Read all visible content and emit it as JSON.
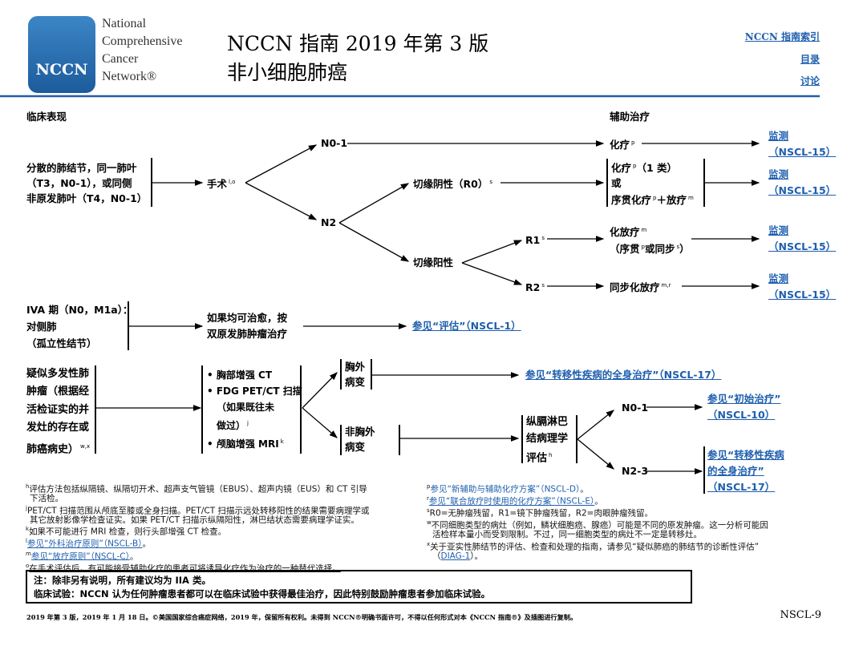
{
  "header": {
    "logo_text": "NCCN",
    "org": [
      "National",
      "Comprehensive",
      "Cancer",
      "Network®"
    ],
    "title1": "NCCN 指南 2019 年第 3 版",
    "title2": "非小细胞肺癌",
    "links": [
      "NCCN 指南索引",
      "目录",
      "讨论"
    ]
  },
  "columns": {
    "left": "临床表现",
    "right": "辅助治疗"
  },
  "row1": {
    "presentation": [
      "分散的肺结节，同一肺叶",
      "（T3，N0-1），或同侧",
      "非原发肺叶（T4，N0-1）"
    ],
    "surgery": "手术",
    "surgery_sup": "l,o",
    "n01": "N0-1",
    "n2": "N2",
    "chemo": "化疗",
    "chemo_sup": "p",
    "r0": "切缘阴性（R0）",
    "r0_sup": "s",
    "r0_tx": [
      "化疗",
      "（1 类）",
      "或",
      "序贯化疗",
      "＋放疗"
    ],
    "pos": "切缘阳性",
    "r1": "R1",
    "r2": "R2",
    "r_sup": "s",
    "r1_tx1": "化放疗",
    "r1_tx1_sup": "m",
    "r1_tx2a": "（序贯",
    "r1_tx2b": "或同步",
    "r1_tx2c": "）",
    "r2_tx": "同步化放疗",
    "r2_tx_sup": "m,r",
    "monitor": "监测",
    "monitor_ref": "（NSCL-15）"
  },
  "row2": {
    "presentation": [
      "IVA 期（N0，M1a）：",
      "对侧肺",
      "（孤立性结节）"
    ],
    "treat": [
      "如果均可治愈，按",
      "双原发肺肿瘤治疗"
    ],
    "link": "参见“评估”（NSCL-1）"
  },
  "row3": {
    "presentation": [
      "疑似多发性肺",
      "肿瘤（根据经",
      "活检证实的并",
      "发灶的存在或",
      "肺癌病史）"
    ],
    "presentation_sup": "w,x",
    "workup": [
      "•  胸部增强 CT",
      "•  FDG PET/CT 扫描",
      "（如果既往未",
      "做过）",
      "•  颅脑增强 MRI"
    ],
    "workup_sup_j": "j",
    "workup_sup_k": "k",
    "extra": [
      "胸外",
      "病变"
    ],
    "nonextra": [
      "非胸外",
      "病变"
    ],
    "extra_link": "参见“转移性疾病的全身治疗”（NSCL-17）",
    "mediastinal": [
      "纵膈淋巴",
      "结病理学",
      "评估"
    ],
    "mediastinal_sup": "h",
    "n01": "N0-1",
    "n23": "N2-3",
    "n01_link": [
      "参见“初始治疗”",
      "（NSCL-10）"
    ],
    "n23_link": [
      "参见“转移性疾病",
      "的全身治疗”",
      "（NSCL-17）"
    ]
  },
  "footnotes_left": {
    "h": [
      "评估方法包括纵隔镜、纵隔切开术、超声支气管镜（EBUS）、超声内镜（EUS）和 CT 引导",
      "下活检。"
    ],
    "j": [
      "PET/CT 扫描范围从颅底至膝或全身扫描。PET/CT 扫描示远处转移阳性的结果需要病理学或",
      "其它放射影像学检查证实。如果 PET/CT 扫描示纵隔阳性，淋巴结状态需要病理学证实。"
    ],
    "k": "如果不可能进行 MRI 检查，则行头部增强 CT 检查。",
    "l": "参见“外科治疗原则”（NSCL-B）",
    "m": "参见“放疗原则”（NSCL-C）",
    "o": "在手术评估后，有可能接受辅助化疗的患者可将诱导化疗作为治疗的一种替代选择。",
    "period": "。"
  },
  "footnotes_right": {
    "p": "参见“新辅助与辅助化疗方案”（NSCL-D）",
    "r": "参见“联合放疗时使用的化疗方案”（NSCL-E）",
    "s": "R0=无肿瘤残留，R1=镜下肿瘤残留，R2=肉眼肿瘤残留。",
    "w": [
      "不同细胞类型的病灶（例如，鳞状细胞癌、腺癌）可能是不同的原发肿瘤。这一分析可能因",
      "活检样本量小而受到限制。不过，同一细胞类型的病灶不一定是转移灶。"
    ],
    "x": [
      "关于亚实性肺结节的评估、检查和处理的指南，请参见“疑似肺癌的肺结节的诊断性评估”",
      "（",
      "DIAG-1",
      "）。"
    ],
    "period": "。"
  },
  "note": {
    "line1": "注：除非另有说明，所有建议均为 IIA 类。",
    "line2": "临床试验：NCCN 认为任何肿瘤患者都可以在临床试验中获得最佳治疗，因此特别鼓励肿瘤患者参加临床试验。"
  },
  "footer": {
    "copyright": "2019 年第 3 版，2019 年 1 月 18 日。©美国国家综合癌症网络，2019 年，保留所有权利。未得到 NCCN®明确书面许可，不得以任何形式对本《NCCN 指南®》及插图进行复制。",
    "page": "NSCL-9"
  },
  "colors": {
    "link": "#1f5fae",
    "rule": "#1f5fae",
    "logo": "#2b73b8"
  }
}
